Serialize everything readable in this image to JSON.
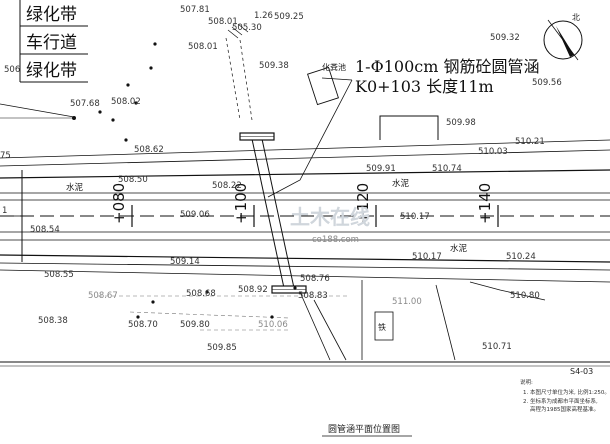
{
  "layers": [
    "绿化带",
    "车行道",
    "绿化带"
  ],
  "culvert": {
    "title_line1": "1-Φ100cm 钢筋砼圆管涵",
    "title_line2": "K0+103 长度11m"
  },
  "septic_label": "化粪池",
  "north_label": "北",
  "stations": [
    "+080",
    "+100",
    "+120",
    "+140"
  ],
  "elevations": [
    "507.81",
    "508.01",
    "505.30",
    "509.25",
    "1.26",
    "508.01",
    "509.38",
    "509.32",
    "509.56",
    "508.02",
    "507.68",
    "509.98",
    "508.62",
    "510.21",
    "510.03",
    "508.50",
    "508.22",
    "509.91",
    "510.74",
    "509.06",
    "510.17",
    "508.54",
    "509.14",
    "510.17",
    "510.24",
    "508.55",
    "508.76",
    "508.67",
    "508.68",
    "508.92",
    "508.83",
    "510.80",
    "508.38",
    "508.70",
    "509.80",
    "511.00",
    "510.06",
    "509.85",
    "510.71",
    "75",
    "506",
    "1"
  ],
  "materials": [
    "水泥",
    "水泥",
    "水泥"
  ],
  "building_label": "铁",
  "notes": {
    "heading": "说明:",
    "line1": "1. 本图尺寸单位为米, 比例1:250。",
    "line2": "2. 坐标系为成都市平面坐标系,",
    "line3": "高程为1985国家高程基准。"
  },
  "drawing_no": "S4-03",
  "drawing_title": "圆管涵平面位置图",
  "watermark": "土木在线",
  "watermark_sub": "co188.com"
}
